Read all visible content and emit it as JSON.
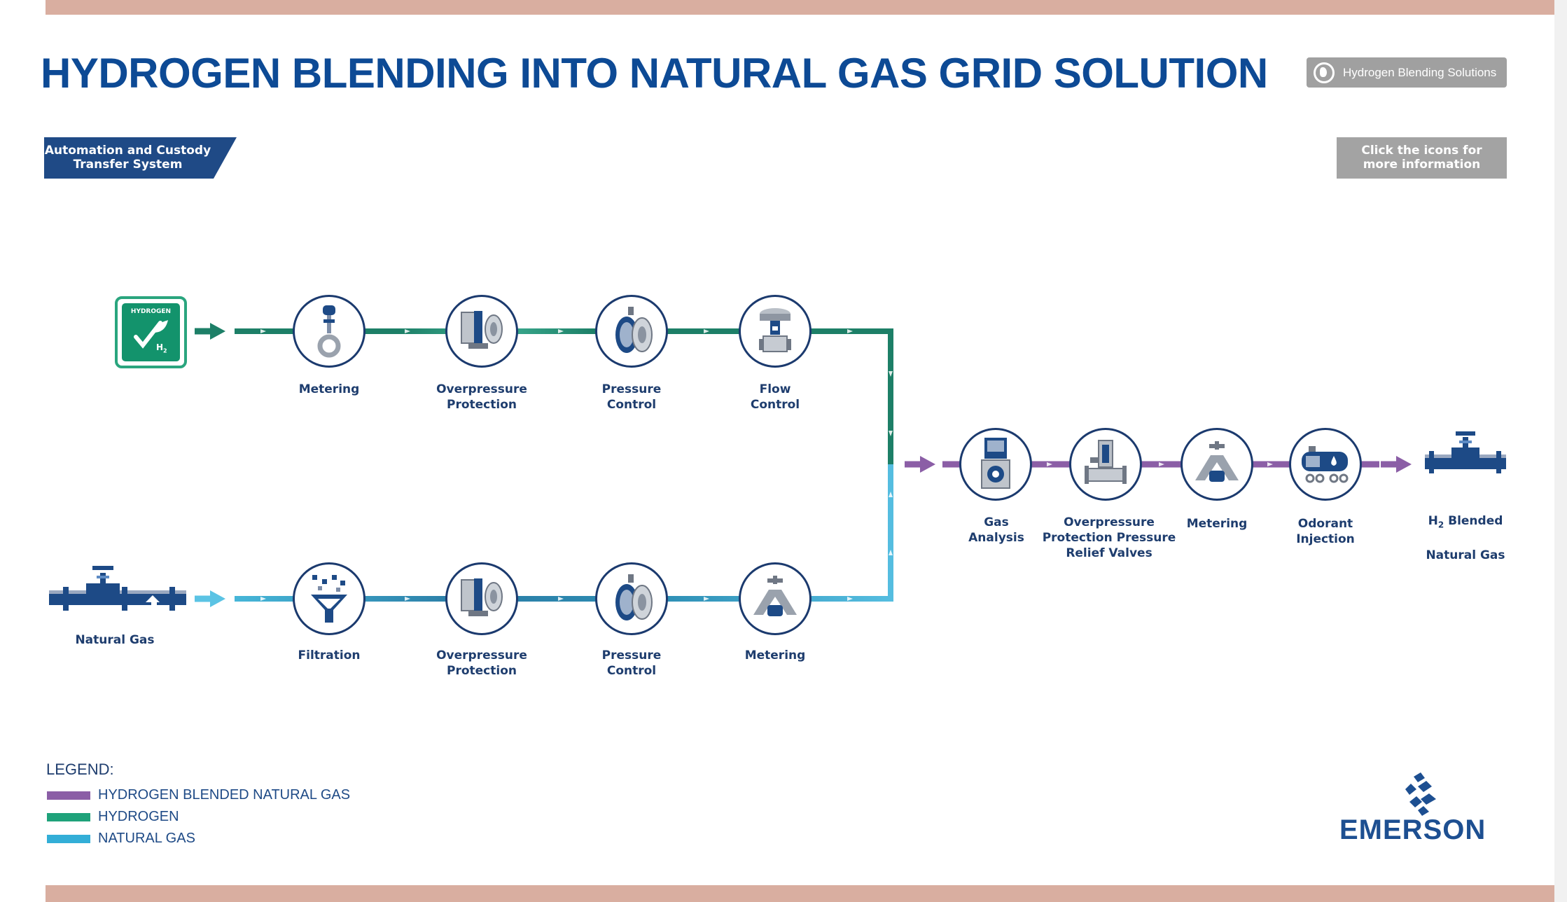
{
  "title": "HYDROGEN BLENDING INTO NATURAL GAS GRID SOLUTION",
  "header_button": {
    "label": "Hydrogen Blending Solutions",
    "icon": "globe-icon"
  },
  "section_tag": {
    "line1": "Automation and Custody",
    "line2": "Transfer System"
  },
  "hint_box": {
    "line1": "Click the icons for",
    "line2": "more information"
  },
  "sources": {
    "hydrogen": {
      "badge_top": "HYDROGEN",
      "badge_formula": "H",
      "badge_sub": "2",
      "icon": "hydrogen-badge-icon"
    },
    "natural_gas": {
      "label": "Natural Gas",
      "icon": "gas-pipe-valve-icon"
    }
  },
  "hydrogen_line": [
    {
      "label": "Metering",
      "icon": "flow-meter-icon"
    },
    {
      "label": "Overpressure\nProtection",
      "icon": "overpressure-valve-icon"
    },
    {
      "label": "Pressure\nControl",
      "icon": "pressure-regulator-icon"
    },
    {
      "label": "Flow\nControl",
      "icon": "control-valve-icon"
    }
  ],
  "natural_gas_line": [
    {
      "label": "Filtration",
      "icon": "filter-funnel-icon"
    },
    {
      "label": "Overpressure\nProtection",
      "icon": "overpressure-valve-icon"
    },
    {
      "label": "Pressure\nControl",
      "icon": "pressure-regulator-icon"
    },
    {
      "label": "Metering",
      "icon": "coriolis-meter-icon"
    }
  ],
  "blended_line": [
    {
      "label": "Gas\nAnalysis",
      "icon": "gas-analyzer-icon"
    },
    {
      "label": "Overpressure\nProtection Pressure\nRelief Valves",
      "icon": "relief-valve-icon"
    },
    {
      "label": "Metering",
      "icon": "coriolis-meter-icon"
    },
    {
      "label": "Odorant\nInjection",
      "icon": "odorant-tank-icon"
    }
  ],
  "output": {
    "label_h": "H",
    "label_sub": "2",
    "label_rest": "Blended",
    "label_line2": "Natural Gas",
    "icon": "gas-pipe-valve-icon"
  },
  "legend": {
    "title": "LEGEND:",
    "items": [
      {
        "label": "HYDROGEN BLENDED NATURAL GAS",
        "color": "#8b5ea6"
      },
      {
        "label": "HYDROGEN",
        "color": "#1fa27a"
      },
      {
        "label": "NATURAL GAS",
        "color": "#33aed7"
      }
    ]
  },
  "brand": {
    "name": "EMERSON",
    "icon": "emerson-logo-icon"
  },
  "colors": {
    "title_blue": "#0d4a95",
    "hydrogen_line": "#1d7f67",
    "natural_gas_line": "#3a9ec4",
    "blended_line": "#8b5ea6",
    "icon_border": "#1b3a6e"
  }
}
